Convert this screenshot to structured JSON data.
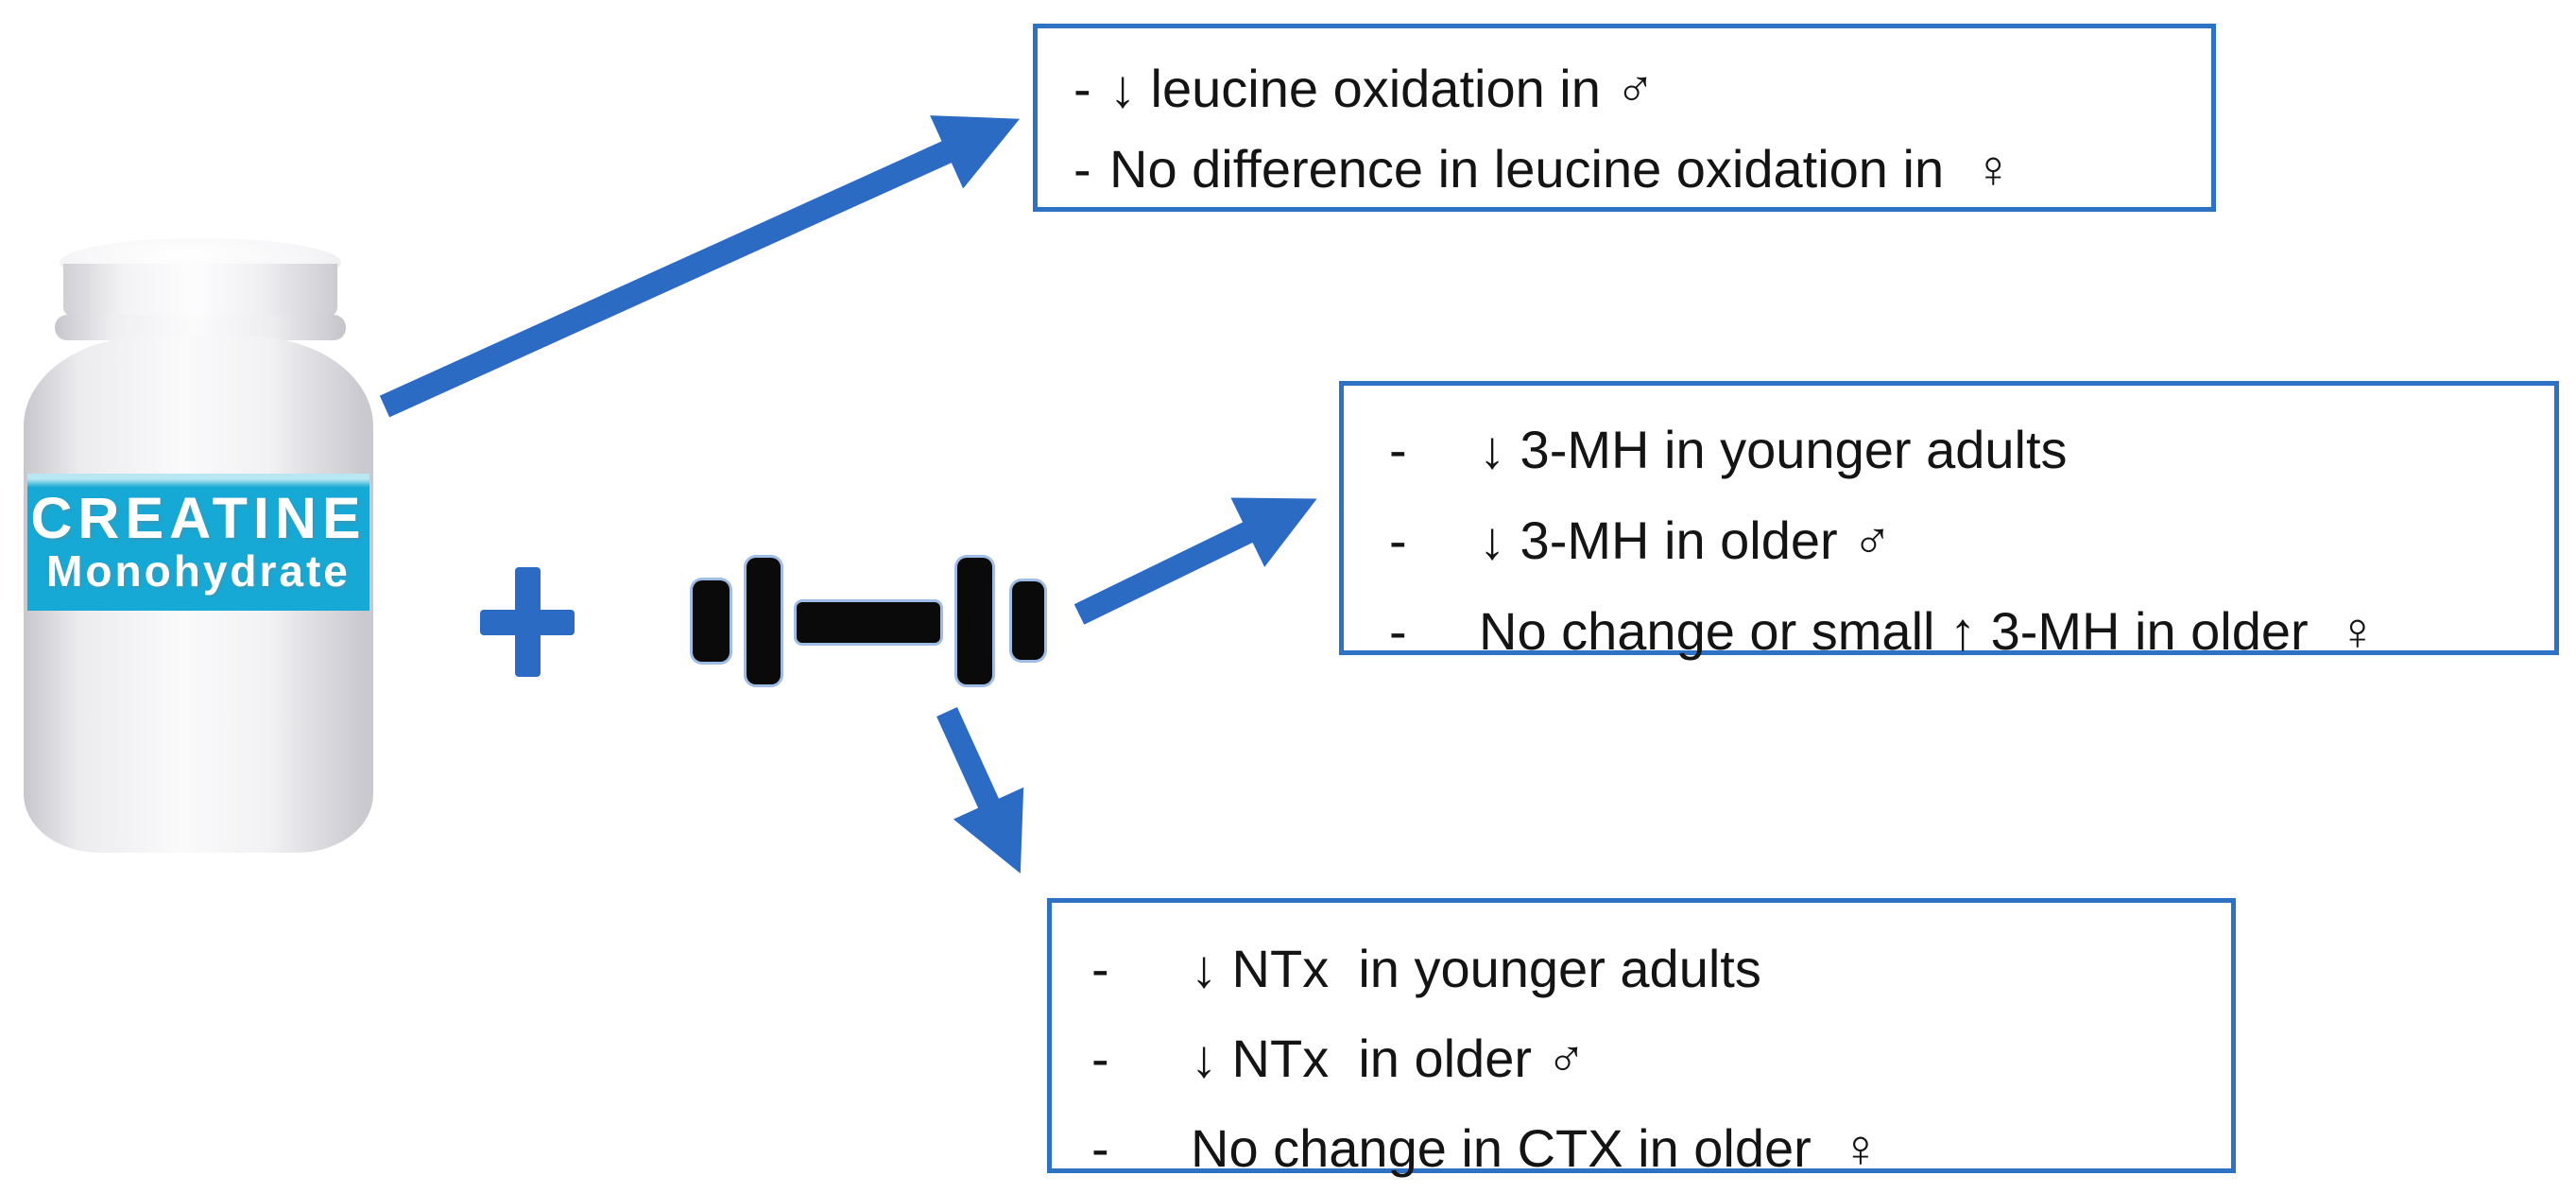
{
  "colors": {
    "arrow_blue": "#2B6BC4",
    "box_border_blue": "#2E72C6",
    "label_cyan": "#17A9D6",
    "dumbbell_black": "#0A0A0A",
    "text_black": "#141414",
    "bottle_gray": "#F2F2F4",
    "background": "#FFFFFF"
  },
  "bottle": {
    "label_title": "CREATINE",
    "label_subtitle": "Monohydrate"
  },
  "operator": {
    "plus": "+"
  },
  "icons": {
    "dumbbell": "dumbbell-icon",
    "plus": "plus-icon",
    "bottle": "supplement-bottle"
  },
  "boxes": [
    {
      "id": "leucine-oxidation",
      "items": [
        {
          "bullet": "-",
          "text": "↓ leucine oxidation in ♂"
        },
        {
          "bullet": "-",
          "text": "No difference in leucine oxidation in  ♀"
        }
      ]
    },
    {
      "id": "3-methylhistidine",
      "items": [
        {
          "bullet": "-",
          "text": "↓ 3-MH in younger adults"
        },
        {
          "bullet": "-",
          "text": "↓ 3-MH in older ♂"
        },
        {
          "bullet": "-",
          "text": "No change or small ↑ 3-MH in older  ♀"
        }
      ]
    },
    {
      "id": "ntx-ctx",
      "items": [
        {
          "bullet": "-",
          "text": "↓ NTx  in younger adults"
        },
        {
          "bullet": "-",
          "text": "↓ NTx  in older ♂"
        },
        {
          "bullet": "-",
          "text": "No change in CTX in older  ♀"
        }
      ]
    }
  ]
}
